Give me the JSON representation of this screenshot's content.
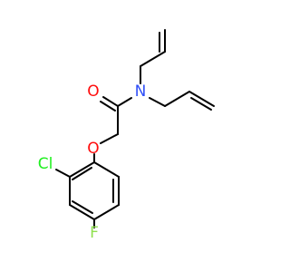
{
  "colors": {
    "bond": "#000000",
    "O": "#ff0d0d",
    "N": "#3050f8",
    "Cl": "#1ff01f",
    "F": "#90e050"
  },
  "atoms": {
    "carbonyl_oxygen": "O",
    "nitrogen": "N",
    "ether_oxygen": "O",
    "chlorine": "Cl",
    "fluorine": "F"
  }
}
